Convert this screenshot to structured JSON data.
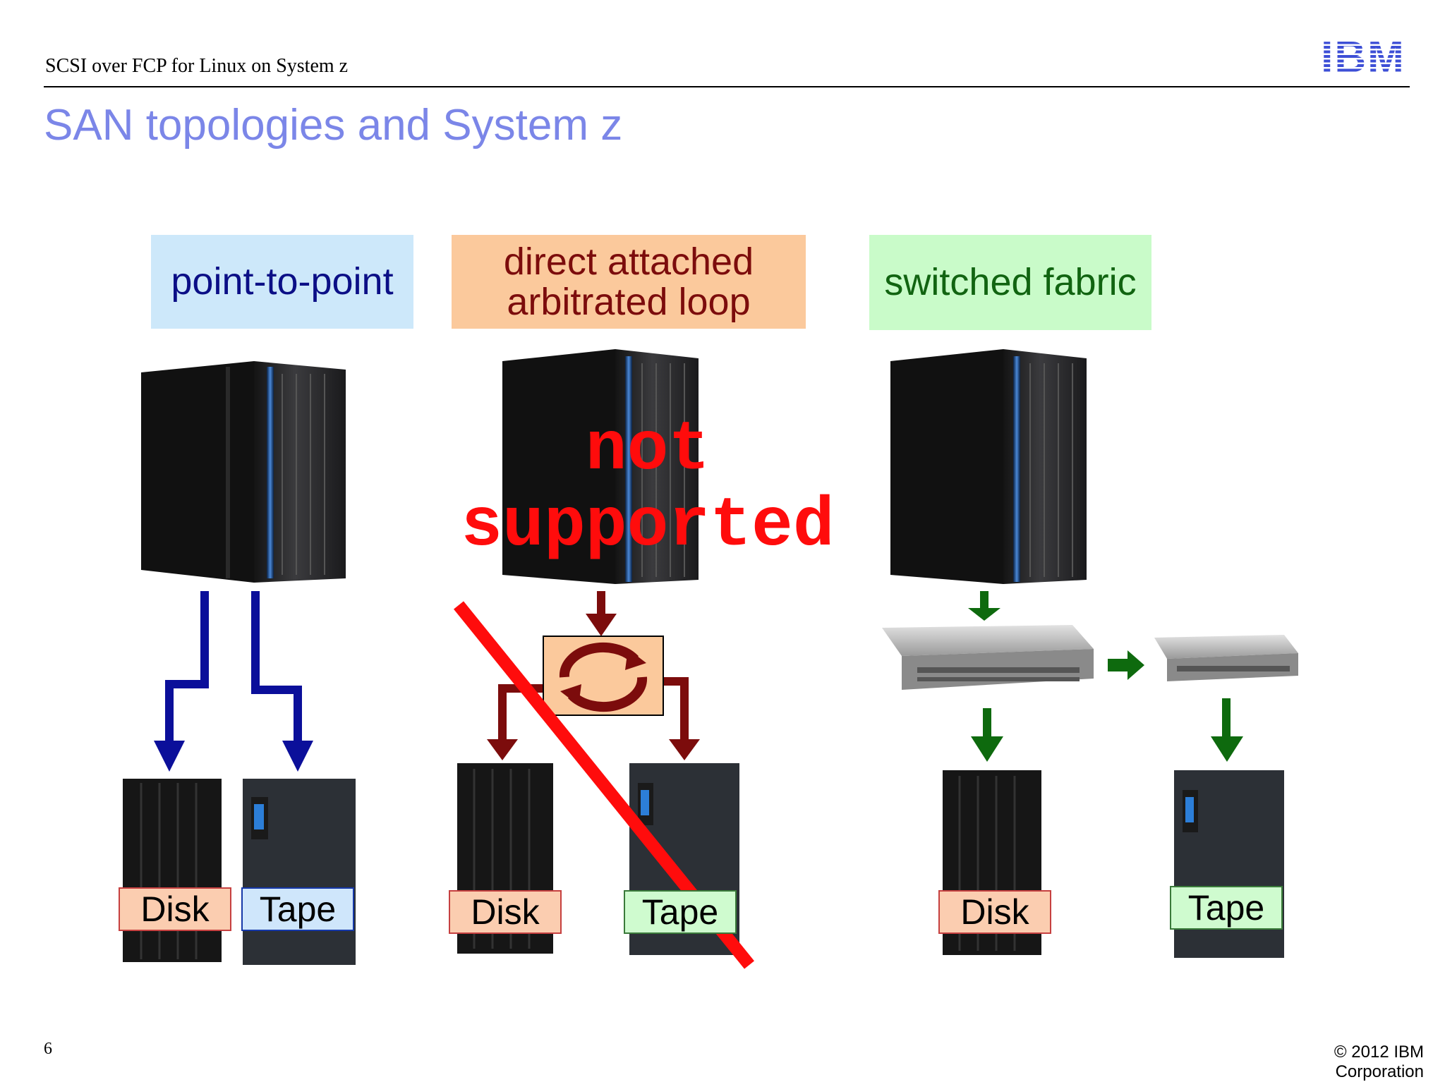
{
  "header": {
    "title": "SCSI over FCP for Linux on System z",
    "logo": "IBM"
  },
  "slide_title": "SAN topologies and System z",
  "topologies": [
    {
      "label": "point-to-point",
      "color": "#cde8fa"
    },
    {
      "label_line1": "direct attached",
      "label_line2": "arbitrated loop",
      "color": "#fbc99c"
    },
    {
      "label": "switched fabric",
      "color": "#c9fbc9"
    }
  ],
  "devices": {
    "p2p_disk": "Disk",
    "p2p_tape": "Tape",
    "loop_disk": "Disk",
    "loop_tape": "Tape",
    "fabric_disk": "Disk",
    "fabric_tape": "Tape"
  },
  "overlay": {
    "line1": "not",
    "line2": "supported",
    "color": "#ff0c0c"
  },
  "footer": {
    "page": "6",
    "copyright": "© 2012 IBM Corporation"
  }
}
